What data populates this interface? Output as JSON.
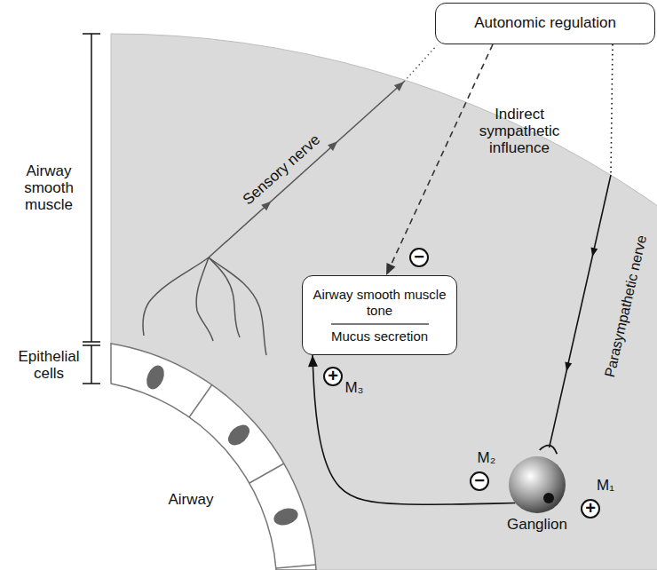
{
  "diagram": {
    "nodes": [
      {
        "text": [
          "Autonomic regulation"
        ]
      },
      {
        "text": [
          "Airway smooth muscle tone",
          "Mucus secretion"
        ]
      },
      {
        "text": [
          "Ganglion"
        ]
      }
    ],
    "edges": [
      {
        "from": 0,
        "to": 1,
        "arrow": "to",
        "label": "Indirect sympathetic influence"
      },
      {
        "from": 0,
        "to": 2,
        "arrow": "to",
        "label": "Parasympathetic nerve"
      },
      {
        "from": 2,
        "to": 1,
        "arrow": "to"
      }
    ],
    "labels": [
      "Airway smooth muscle",
      "Epithelial cells",
      "Airway",
      "Sensory nerve",
      "−",
      "+",
      "M₃",
      "M₂",
      "−",
      "M₁",
      "+"
    ]
  }
}
